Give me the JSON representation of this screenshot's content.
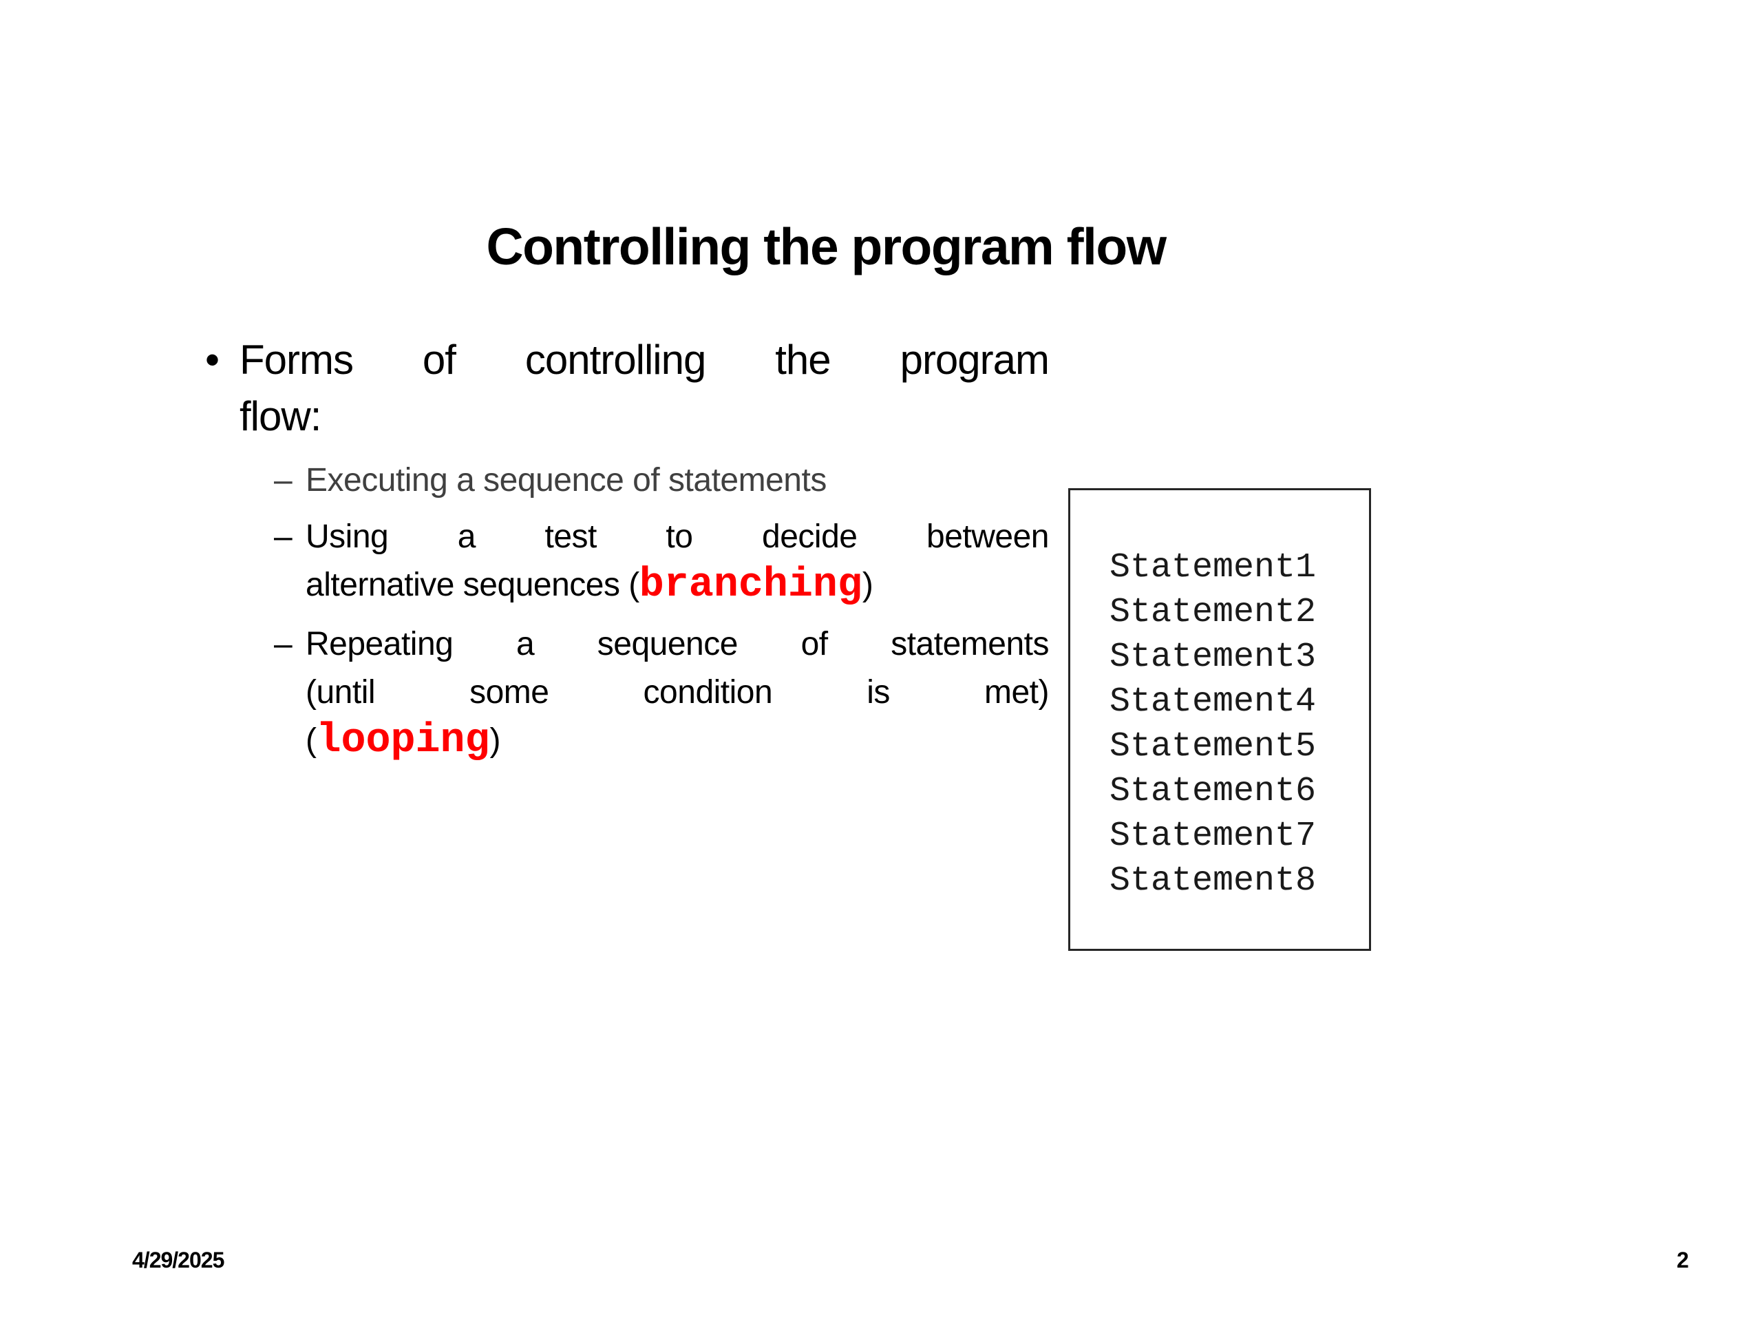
{
  "slide": {
    "title": "Controlling the program flow"
  },
  "content": {
    "bullet_marker": "•",
    "dash_marker": "–",
    "para_forms": {
      "line1": "Forms of controlling the program",
      "line2": "flow:"
    },
    "para_sequence": {
      "text": "Executing a sequence of statements"
    },
    "para_branching": {
      "line1": "Using a test to decide between",
      "line2_pre": "alternative sequences (",
      "line2_code": "branching",
      "line2_post": ")"
    },
    "para_looping": {
      "line1": "Repeating a sequence of statements",
      "line2": "(until some condition is met)",
      "line3_pre": "(",
      "line3_code": "looping",
      "line3_post": ")"
    }
  },
  "statements_box": {
    "lines": [
      "Statement1",
      "Statement2",
      "Statement3",
      "Statement4",
      "Statement5",
      "Statement6",
      "Statement7",
      "Statement8"
    ]
  },
  "footer": {
    "date": "4/29/2025",
    "page_number": "2"
  },
  "colors": {
    "text_black": "#000000",
    "muted_gray": "#404040",
    "code_red": "#ff0000",
    "box_border": "#262626"
  }
}
